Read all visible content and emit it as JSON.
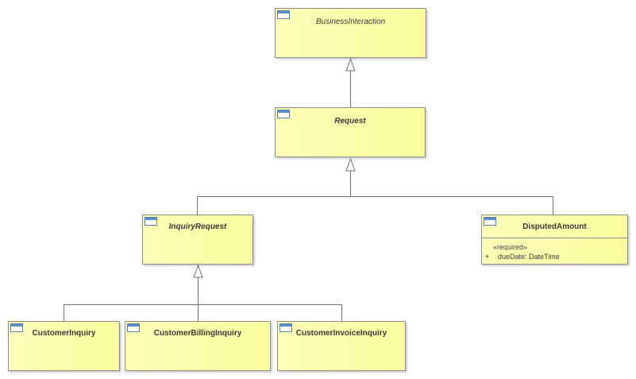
{
  "diagram": {
    "classes": {
      "business_interaction": {
        "name": "BusinessInteraction"
      },
      "request": {
        "name": "Request"
      },
      "inquiry_request": {
        "name": "InquiryRequest"
      },
      "disputed_amount": {
        "name": "DisputedAmount",
        "stereotype": "«required»",
        "attributes": [
          {
            "visibility": "+",
            "name": "dueDate",
            "type": "DateTime",
            "text": "dueDate: DateTime"
          }
        ]
      },
      "customer_inquiry": {
        "name": "CustomerInquiry"
      },
      "customer_billing_inquiry": {
        "name": "CustomerBillingInquiry"
      },
      "customer_invoice_inquiry": {
        "name": "CustomerInvoiceInquiry"
      }
    },
    "colors": {
      "class_fill_light": "#fdfdb8",
      "class_fill_dark": "#fbfb9e",
      "class_border": "#8c8c8c",
      "connector": "#707070",
      "icon_accent": "#5b8fd0"
    }
  }
}
